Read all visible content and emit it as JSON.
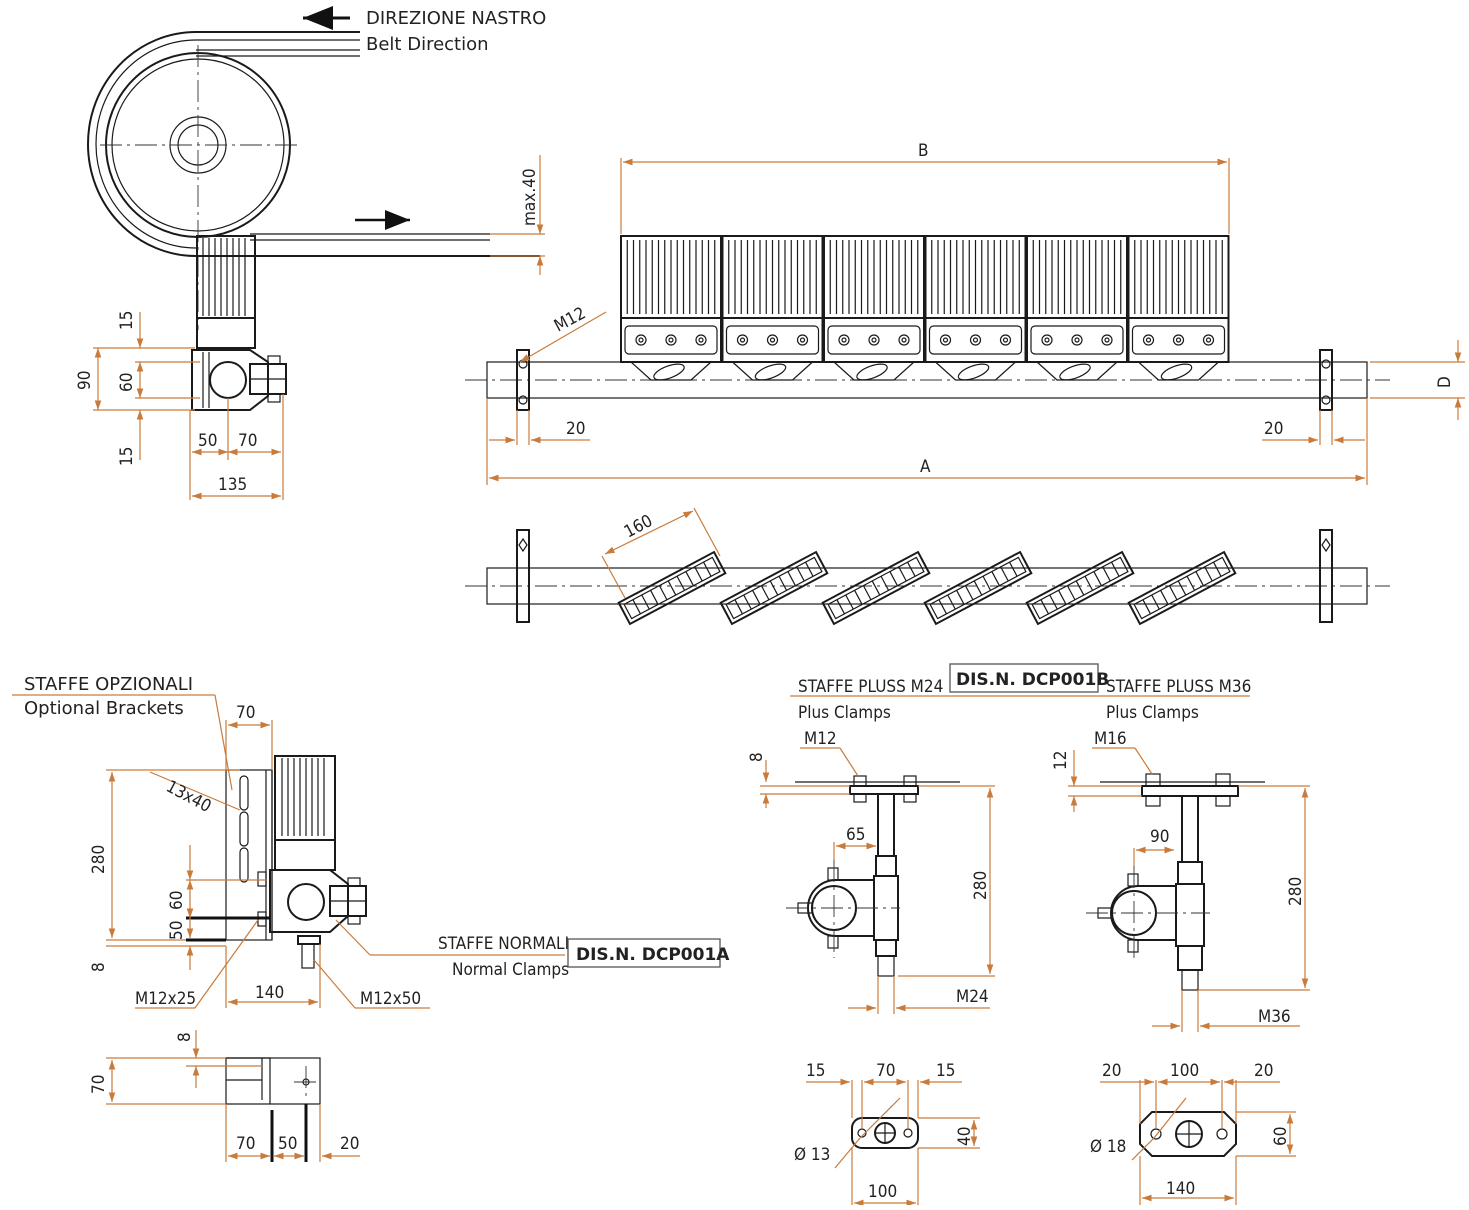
{
  "belt": {
    "direction_it": "DIREZIONE NASTRO",
    "direction_en": "Belt Direction",
    "max_height": "max.40"
  },
  "main_dims": {
    "B": "B",
    "A": "A",
    "D": "D",
    "bolt": "M12",
    "left_20": "20",
    "right_20": "20",
    "angle_160": "160"
  },
  "side_view_dims": {
    "d15_top": "15",
    "d90": "90",
    "d60": "60",
    "d15_bot": "15",
    "d50": "50",
    "d70": "70",
    "d135": "135"
  },
  "optional_brackets": {
    "title_it": "STAFFE OPZIONALI",
    "title_en": "Optional Brackets",
    "d70_top": "70",
    "slot": "13x40",
    "d280": "280",
    "d60": "60",
    "d50": "50",
    "d8": "8",
    "d140": "140",
    "bolt_m12x25": "M12x25",
    "bolt_m12x50": "M12x50",
    "normal_it": "STAFFE NORMALI",
    "normal_en": "Normal Clamps",
    "drawing_ref_a": "DIS.N. DCP001A"
  },
  "bracket_plan": {
    "d8": "8",
    "d70": "70",
    "d70_bot": "70",
    "d50": "50",
    "d20": "20"
  },
  "plus_m24": {
    "title_it": "STAFFE PLUSS M24",
    "title_en": "Plus Clamps",
    "bolt": "M12",
    "d8": "8",
    "d65": "65",
    "d280": "280",
    "thread": "M24",
    "plate_15a": "15",
    "plate_70": "70",
    "plate_15b": "15",
    "plate_40": "40",
    "hole": "Ø 13",
    "plate_100": "100"
  },
  "drawing_ref_b": "DIS.N. DCP001B",
  "plus_m36": {
    "title_it": "STAFFE PLUSS M36",
    "title_en": "Plus Clamps",
    "bolt": "M16",
    "d12": "12",
    "d90": "90",
    "d280": "280",
    "thread": "M36",
    "plate_20a": "20",
    "plate_100": "100",
    "plate_20b": "20",
    "plate_60": "60",
    "hole": "Ø 18",
    "plate_140": "140"
  }
}
